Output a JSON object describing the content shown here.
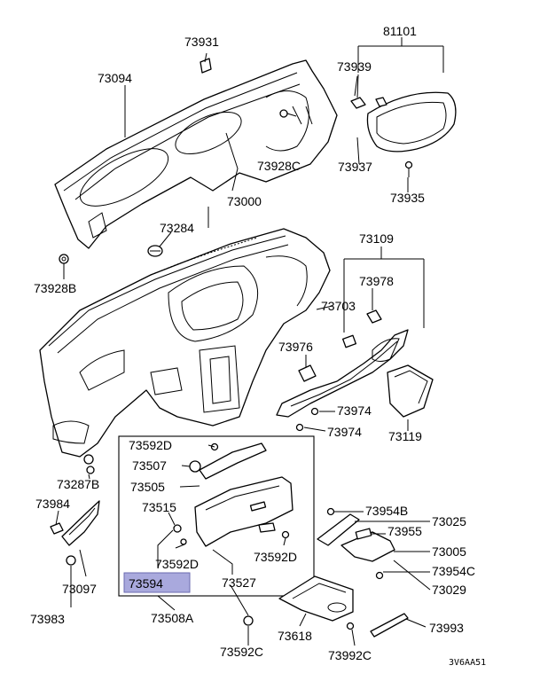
{
  "diagram": {
    "part_labels": [
      "73931",
      "81101",
      "73939",
      "73094",
      "73928C",
      "73937",
      "73935",
      "73000",
      "73284",
      "73109",
      "73928B",
      "73978",
      "73703",
      "73976",
      "73974",
      "73974",
      "73119",
      "73592D",
      "73507",
      "73287B",
      "73505",
      "73984",
      "73515",
      "73954B",
      "73025",
      "73955",
      "73005",
      "73592D",
      "73592D",
      "73954C",
      "73594",
      "73527",
      "73097",
      "73029",
      "73508A",
      "73983",
      "73618",
      "73993",
      "73592C",
      "73992C"
    ],
    "highlighted_part": "73594",
    "drawing_code": "3V6AA51",
    "highlight_color": "#a9a9dd"
  }
}
